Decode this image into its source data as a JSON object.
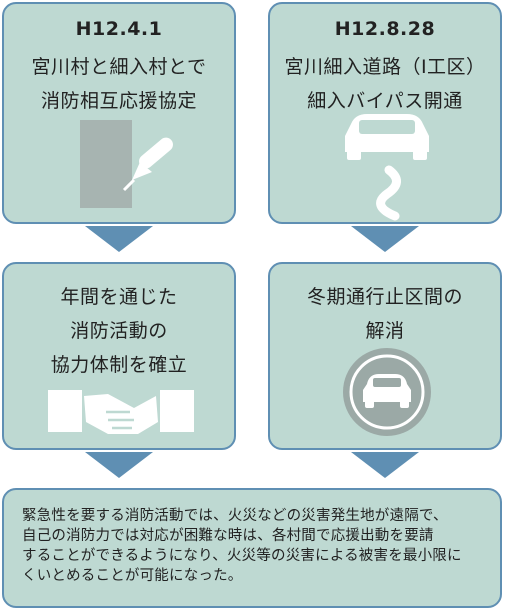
{
  "box_top_left": {
    "date": "H12.4.1",
    "line1": "宮川村と細入村とで",
    "line2": "消防相互応援協定",
    "icon": "document-pen-icon"
  },
  "box_top_right": {
    "date": "H12.8.28",
    "line1": "宮川細入道路（Ⅰ工区）",
    "line2": "細入バイパス開通",
    "icon": "car-on-winding-road-icon"
  },
  "box_mid_left": {
    "line1": "年間を通じた",
    "line2": "消防活動の",
    "line3": "協力体制を確立",
    "icon": "handshake-icon"
  },
  "box_mid_right": {
    "line1": "冬期通行止区間の",
    "line2": "解消",
    "icon": "car-circle-icon"
  },
  "box_bottom": {
    "line1": "緊急性を要する消防活動では、火災などの災害発生地が遠隔で、",
    "line2": "自己の消防力では対応が困難な時は、各村間で応援出動を要請",
    "line3": "することができるようになり、火災等の災害による被害を最小限に",
    "line4": "くいとめることが可能になった。"
  },
  "colors": {
    "box_fill": "#bed9d2",
    "border_and_arrows": "#5f8fb3",
    "icon_gray": "#9ba9a6"
  }
}
